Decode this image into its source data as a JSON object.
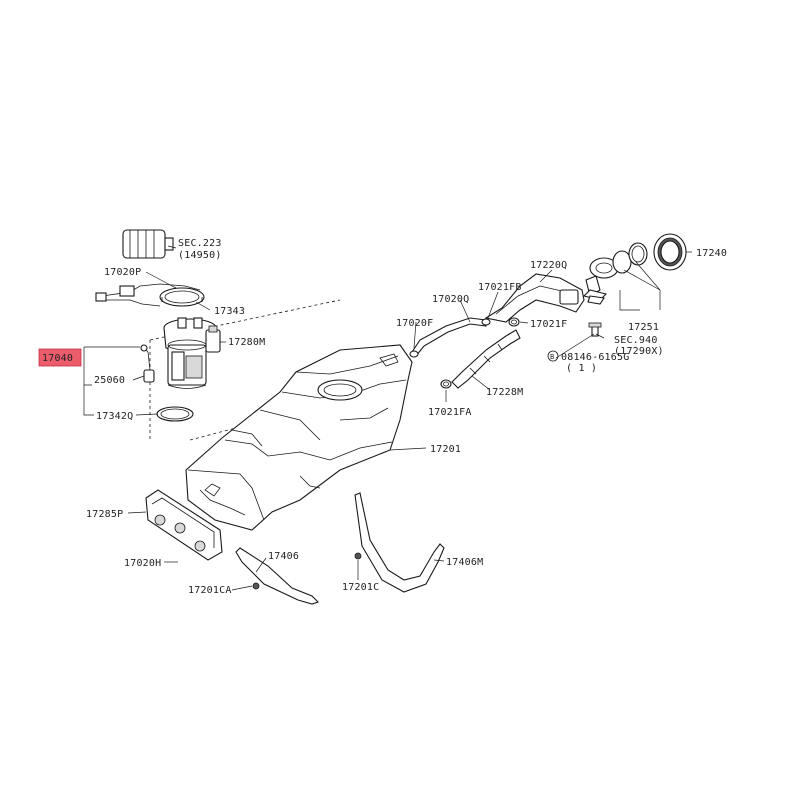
{
  "diagram": {
    "highlight_color": "#e94b5b",
    "labels": {
      "p17040": "17040",
      "p25060": "25060",
      "p17342Q": "17342Q",
      "p17020P": "17020P",
      "sec223": "SEC.223",
      "sec223sub": "(14950)",
      "p17343": "17343",
      "p17280M": "17280M",
      "p17285P": "17285P",
      "p17020H": "17020H",
      "p17201CA": "17201CA",
      "p17406": "17406",
      "p17201C": "17201C",
      "p17406M": "17406M",
      "p17201": "17201",
      "p17020F": "17020F",
      "p17020Q": "17020Q",
      "p17021FB": "17021FB",
      "p17220Q": "17220Q",
      "p17021F": "17021F",
      "p17228M": "17228M",
      "p17021FA": "17021FA",
      "p17240": "17240",
      "p17251": "17251",
      "sec940": "SEC.940",
      "sec940sub": "(17290X)",
      "bolt": "08146-6165G",
      "boltqty": "( 1 )",
      "boltcircle": "B"
    }
  }
}
